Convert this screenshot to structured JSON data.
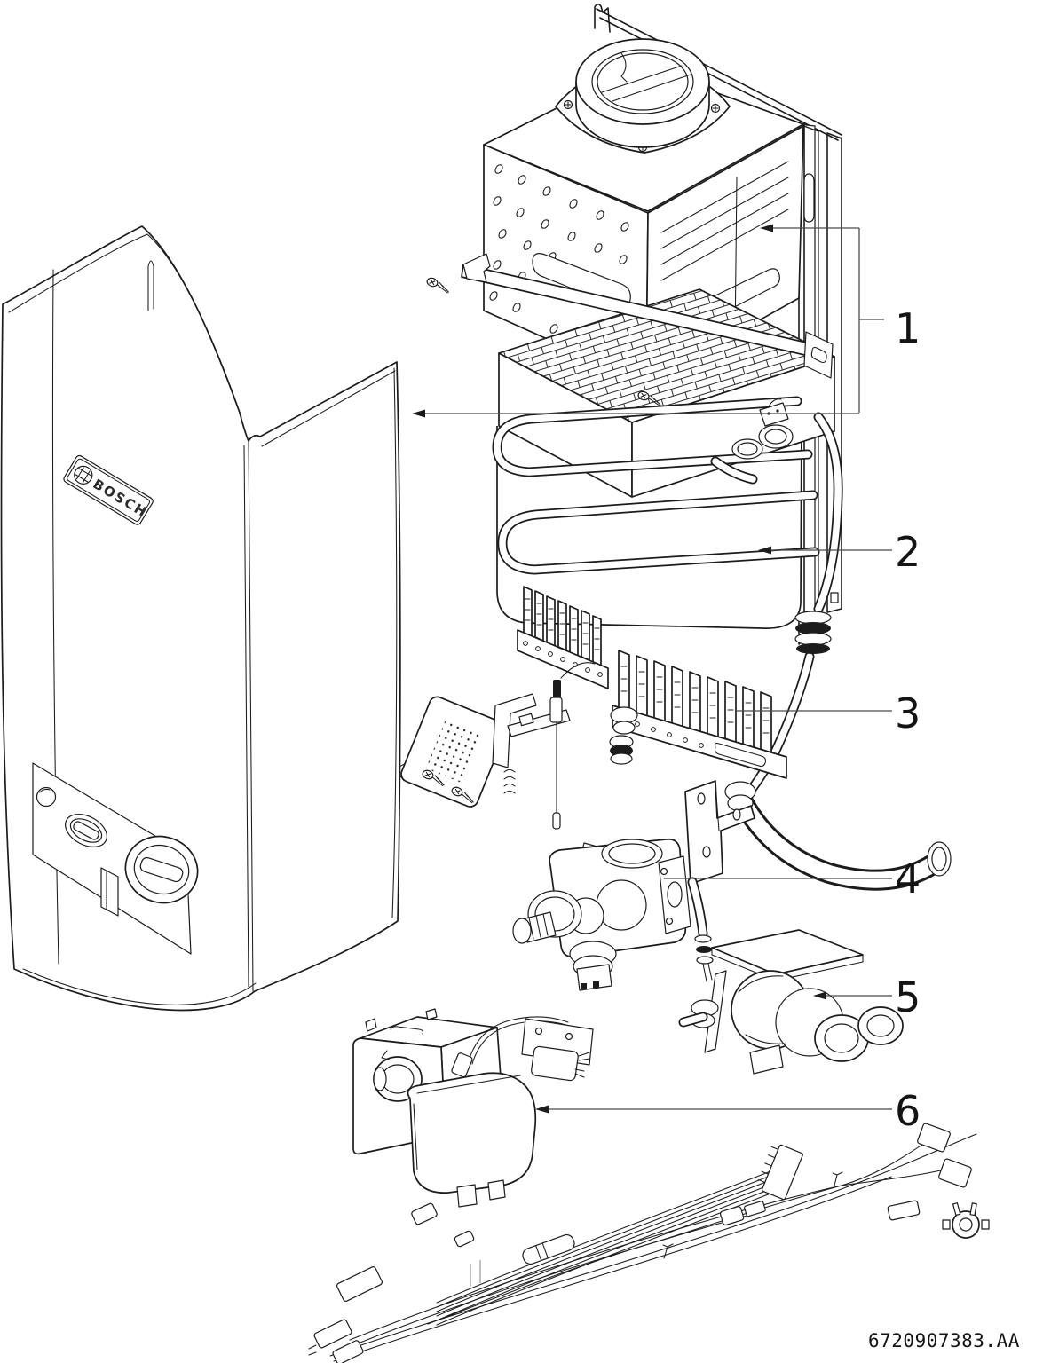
{
  "figure": {
    "brand": "BOSCH",
    "doc_number": "6720907383.AA",
    "callouts": [
      {
        "label": "1"
      },
      {
        "label": "2"
      },
      {
        "label": "3"
      },
      {
        "label": "4"
      },
      {
        "label": "5"
      },
      {
        "label": "6"
      }
    ]
  },
  "colors": {
    "line": "#1c1c1c",
    "leader": "#4a4a4a",
    "background": "#ffffff"
  }
}
